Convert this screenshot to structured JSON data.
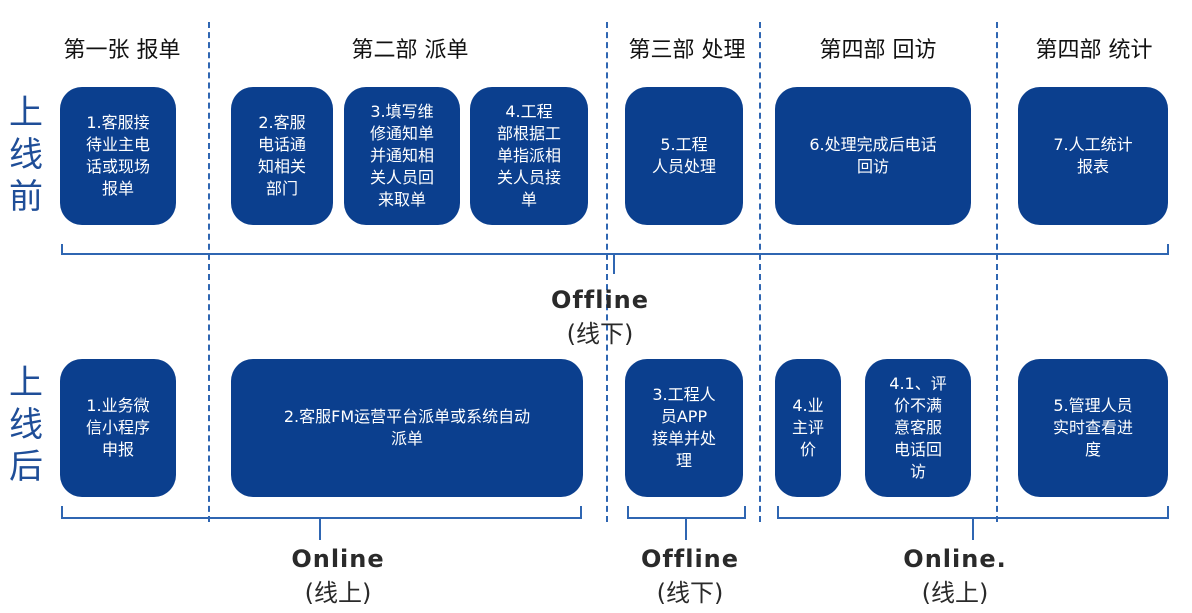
{
  "headers": [
    "第一张 报单",
    "第二部 派单",
    "第三部 处理",
    "第四部 回访",
    "第四部 统计"
  ],
  "rows": {
    "before": "上\n线\n前",
    "after": "上\n线\n后"
  },
  "before_boxes": [
    "1.客服接\n待业主电\n话或现场\n报单",
    "2.客服\n电话通\n知相关\n部门",
    "3.填写维\n修通知单\n并通知相\n关人员回\n来取单",
    "4.工程\n部根据工\n单指派相\n关人员接\n单",
    "5.工程\n人员处理",
    "6.处理完成后电话\n回访",
    "7.人工统计\n报表"
  ],
  "after_boxes": [
    "1.业务微\n信小程序\n申报",
    "2.客服FM运营平台派单或系统自动\n派单",
    "3.工程人\n员APP\n接单并处\n理",
    "4.业\n主评\n价",
    "4.1、评\n价不满\n意客服\n电话回\n访",
    "5.管理人员\n实时查看进\n度"
  ],
  "groups": {
    "offline_mid": {
      "title": "Offline",
      "sub": "(线下)"
    },
    "online_left": {
      "title": "Online",
      "sub": "(线上)"
    },
    "offline_bottom": {
      "title": "Offline",
      "sub": "(线下)"
    },
    "online_right": {
      "title": "Online.",
      "sub": "(线上)"
    }
  },
  "colors": {
    "box": "#0b3f8e",
    "divider": "#2f66b2",
    "row_label": "#1f4e98"
  }
}
